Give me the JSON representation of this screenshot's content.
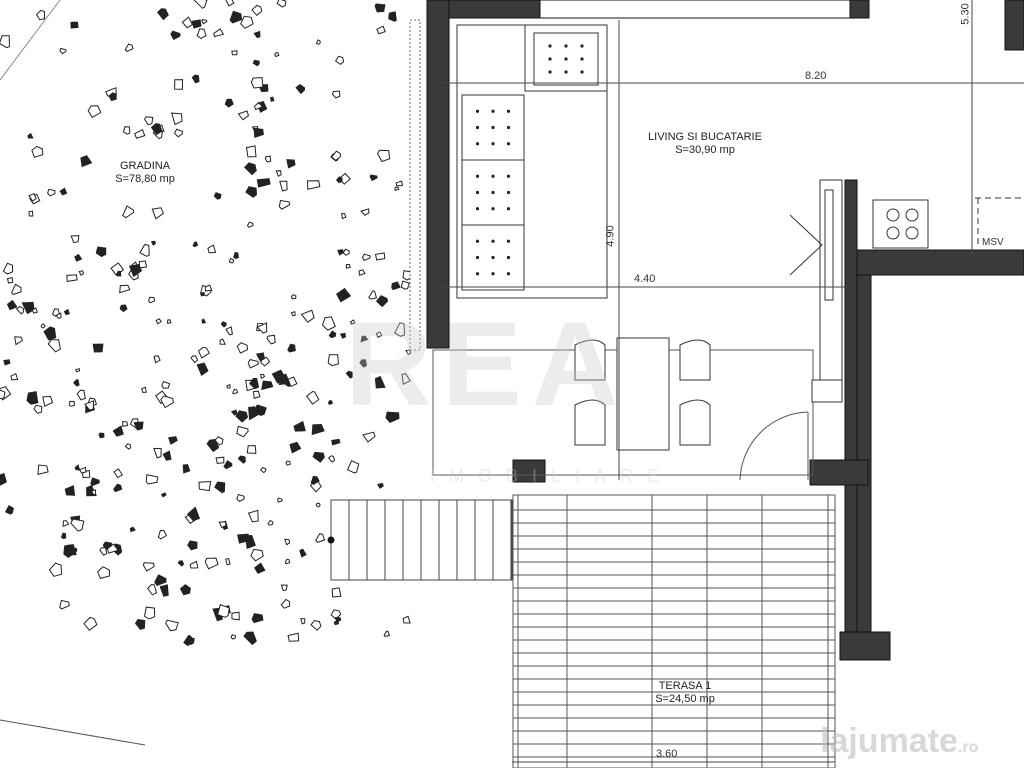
{
  "rooms": {
    "garden": {
      "name": "GRADINA",
      "area": "S=78,80 mp"
    },
    "living": {
      "name": "LIVING SI BUCATARIE",
      "area": "S=30,90 mp"
    },
    "terrace": {
      "name": "TERASA 1",
      "area": "S=24,50 mp"
    }
  },
  "dimensions": {
    "top_width": "8.20",
    "right_height": "5.30",
    "living_height": "4.90",
    "living_width": "4.40",
    "terrace_width": "3.60"
  },
  "labels": {
    "msv": "MSV"
  },
  "watermarks": {
    "agency": "REA",
    "agency_sub": "IMOBILIARE",
    "site": "lajumate",
    "site_tld": ".ro"
  },
  "colors": {
    "wall": "#3a3a3a",
    "line": "#555555"
  }
}
